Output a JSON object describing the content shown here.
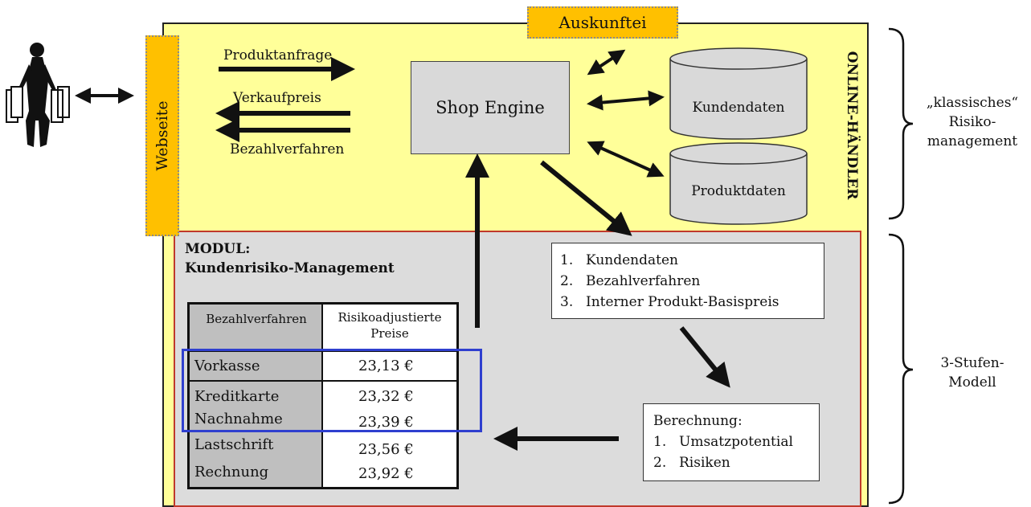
{
  "online_haendler": "ONLINE-HÄNDLER",
  "webseite": "Webseite",
  "auskunftei": "Auskunftei",
  "shop_engine": "Shop Engine",
  "kundendaten": "Kundendaten",
  "produktdaten": "Produktdaten",
  "flows": {
    "produktanfrage": "Produktanfrage",
    "verkaufpreis": "Verkaufpreis",
    "bezahlverfahren": "Bezahlverfahren"
  },
  "module": {
    "title_line1": "MODUL:",
    "title_line2": "Kundenrisiko-Management"
  },
  "inputs_list": [
    {
      "num": "1.",
      "text": "Kundendaten"
    },
    {
      "num": "2.",
      "text": "Bezahlverfahren"
    },
    {
      "num": "3.",
      "text": "Interner Produkt-Basispreis"
    }
  ],
  "calc": {
    "title": "Berechnung:",
    "items": [
      {
        "num": "1.",
        "text": "Umsatzpotential"
      },
      {
        "num": "2.",
        "text": "Risiken"
      }
    ]
  },
  "table": {
    "header_left": "Bezahlverfahren",
    "header_right_line1": "Risikoadjustierte",
    "header_right_line2": "Preise",
    "rows": [
      {
        "method": "Vorkasse",
        "price": "23,13 €"
      },
      {
        "method": "Kreditkarte",
        "price": "23,32 €"
      },
      {
        "method": "Nachnahme",
        "price": "23,39 €"
      },
      {
        "method": "Lastschrift",
        "price": "23,56 €"
      },
      {
        "method": "Rechnung",
        "price": "23,92 €"
      }
    ]
  },
  "brace_top": {
    "line1": "„klassisches“",
    "line2": "Risiko-",
    "line3": "management"
  },
  "brace_bottom": {
    "line1": "3-Stufen-",
    "line2": "Modell"
  },
  "colors": {
    "outer_bg": "#ffff99",
    "module_bg": "#dcdcdc",
    "module_border": "#c0392b",
    "tag_bg": "#ffc000",
    "highlight": "#2f3fcf"
  }
}
